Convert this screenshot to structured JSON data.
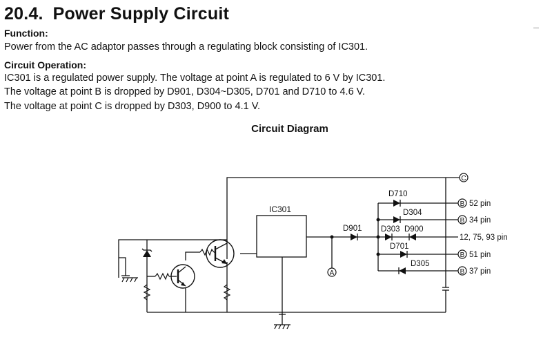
{
  "section": {
    "number": "20.4.",
    "title": "Power Supply Circuit"
  },
  "function": {
    "heading": "Function:",
    "text": "Power from the AC adaptor passes through a regulating block consisting of IC301."
  },
  "operation": {
    "heading": "Circuit Operation:",
    "lines": [
      "IC301 is a regulated power supply. The voltage at point A is regulated to 6 V by IC301.",
      "The voltage at point B is dropped by D901, D304~D305, D701 and D710 to 4.6 V.",
      "The voltage at point C is dropped by D303, D900 to 4.1 V."
    ]
  },
  "diagram": {
    "title": "Circuit Diagram",
    "ic": "IC301",
    "diodes": {
      "d901": "D901",
      "d710": "D710",
      "d304": "D304",
      "d303": "D303",
      "d900": "D900",
      "d701": "D701",
      "d305": "D305"
    },
    "points": {
      "a": "A",
      "b": "B",
      "c": "C"
    },
    "outputs": {
      "pin52": "52 pin",
      "pin34": "34 pin",
      "pins_multi": "12, 75, 93 pin",
      "pin51": "51 pin",
      "pin37": "37 pin"
    }
  }
}
